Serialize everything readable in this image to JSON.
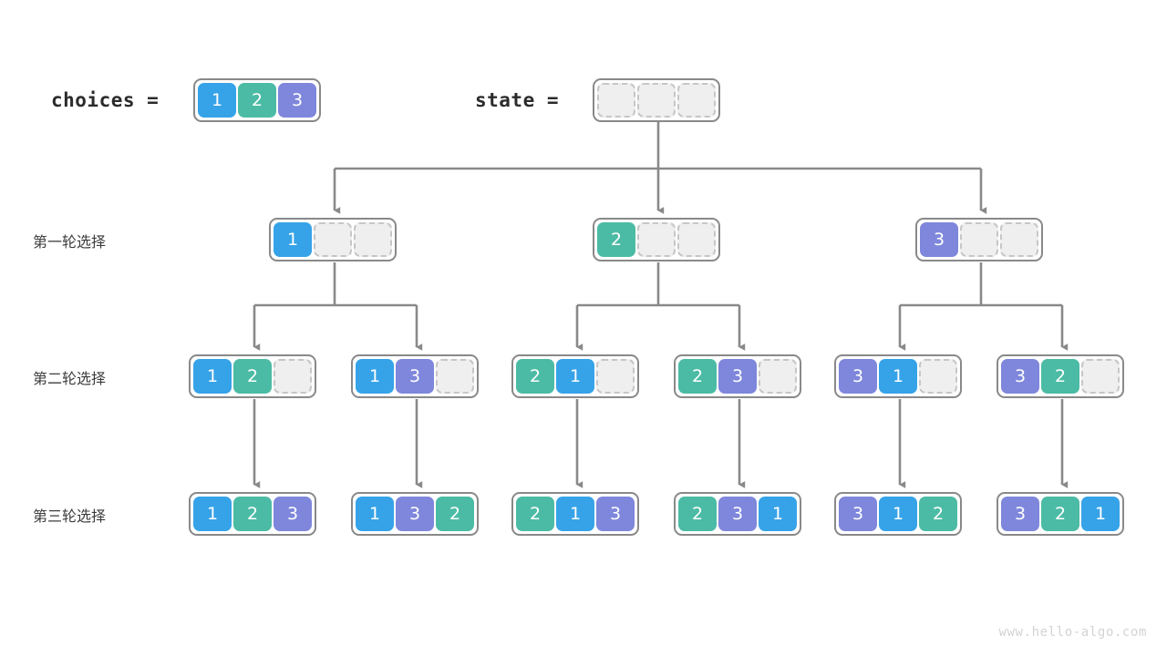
{
  "diagram": {
    "title": "permutation-backtracking-tree",
    "watermark": "www.hello-algo.com",
    "colors": {
      "value_1": "#36a3e8",
      "value_2": "#4cbba5",
      "value_3": "#7e87db",
      "empty_cell": "#efefef",
      "border": "#898989",
      "connector": "#898989",
      "text": "#3c3c3c",
      "watermark": "#d3d3d3"
    }
  },
  "header": {
    "choices_label": "choices  =",
    "choices_values": [
      "1",
      "2",
      "3"
    ],
    "state_label": "state  =",
    "state_values": [
      "",
      "",
      ""
    ]
  },
  "row_labels": [
    "第一轮选择",
    "第二轮选择",
    "第三轮选择"
  ],
  "rows": {
    "round1": [
      {
        "cells": [
          "1",
          "",
          ""
        ]
      },
      {
        "cells": [
          "2",
          "",
          ""
        ]
      },
      {
        "cells": [
          "3",
          "",
          ""
        ]
      }
    ],
    "round2": [
      {
        "cells": [
          "1",
          "2",
          ""
        ]
      },
      {
        "cells": [
          "1",
          "3",
          ""
        ]
      },
      {
        "cells": [
          "2",
          "1",
          ""
        ]
      },
      {
        "cells": [
          "2",
          "3",
          ""
        ]
      },
      {
        "cells": [
          "3",
          "1",
          ""
        ]
      },
      {
        "cells": [
          "3",
          "2",
          ""
        ]
      }
    ],
    "round3": [
      {
        "cells": [
          "1",
          "2",
          "3"
        ]
      },
      {
        "cells": [
          "1",
          "3",
          "2"
        ]
      },
      {
        "cells": [
          "2",
          "1",
          "3"
        ]
      },
      {
        "cells": [
          "2",
          "3",
          "1"
        ]
      },
      {
        "cells": [
          "3",
          "1",
          "2"
        ]
      },
      {
        "cells": [
          "3",
          "2",
          "1"
        ]
      }
    ]
  }
}
